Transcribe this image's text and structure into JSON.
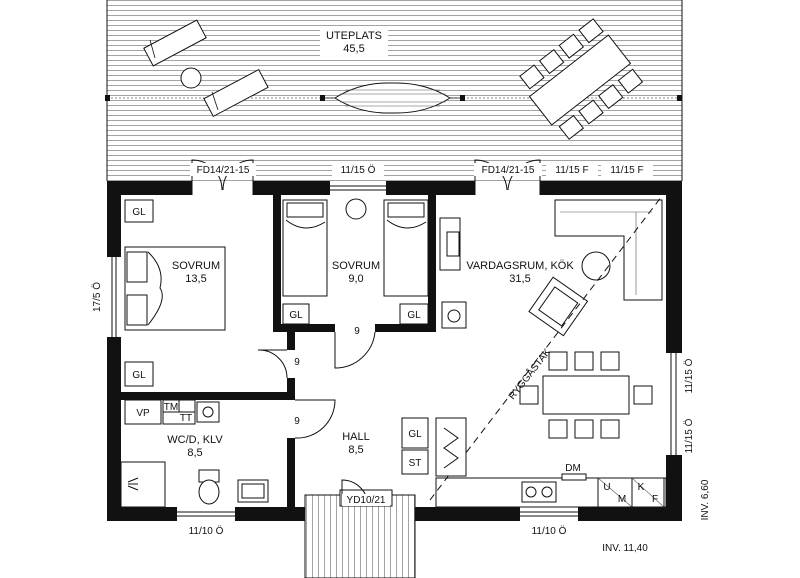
{
  "rooms": {
    "uteplats": {
      "name": "UTEPLATS",
      "area": "45,5"
    },
    "sovrum_1": {
      "name": "SOVRUM",
      "area": "13,5"
    },
    "sovrum_2": {
      "name": "SOVRUM",
      "area": "9,0"
    },
    "vardagsrum": {
      "name": "VARDAGSRUM, KÖK",
      "area": "31,5"
    },
    "wc": {
      "name": "WC/D, KLV",
      "area": "8,5"
    },
    "hall": {
      "name": "HALL",
      "area": "8,5"
    }
  },
  "fixtures": {
    "gl": "GL",
    "vp": "VP",
    "tm": "TM",
    "tt": "TT",
    "st": "ST",
    "dm": "DM",
    "u": "U",
    "m": "M",
    "k": "K",
    "f": "F"
  },
  "openings": {
    "fd_left": "FD14/21-15",
    "fd_right": "FD14/21-15",
    "win_top_mid": "11/15 Ö",
    "win_top_r1": "11/15 F",
    "win_top_r2": "11/15 F",
    "win_left": "17/5 Ö",
    "win_right_1": "11/15 Ö",
    "win_right_2": "11/15 Ö",
    "win_bot_left": "11/10 Ö",
    "win_bot_right": "11/10 Ö",
    "door_entry": "YD10/21"
  },
  "door_widths": {
    "d1": "9",
    "d2": "9",
    "d3": "9"
  },
  "ridge_label": "RYGGÅSTAK",
  "dimensions": {
    "width": "INV. 11,40",
    "depth": "INV. 6,60"
  },
  "colors": {
    "ink": "#111111",
    "paper": "#ffffff"
  }
}
